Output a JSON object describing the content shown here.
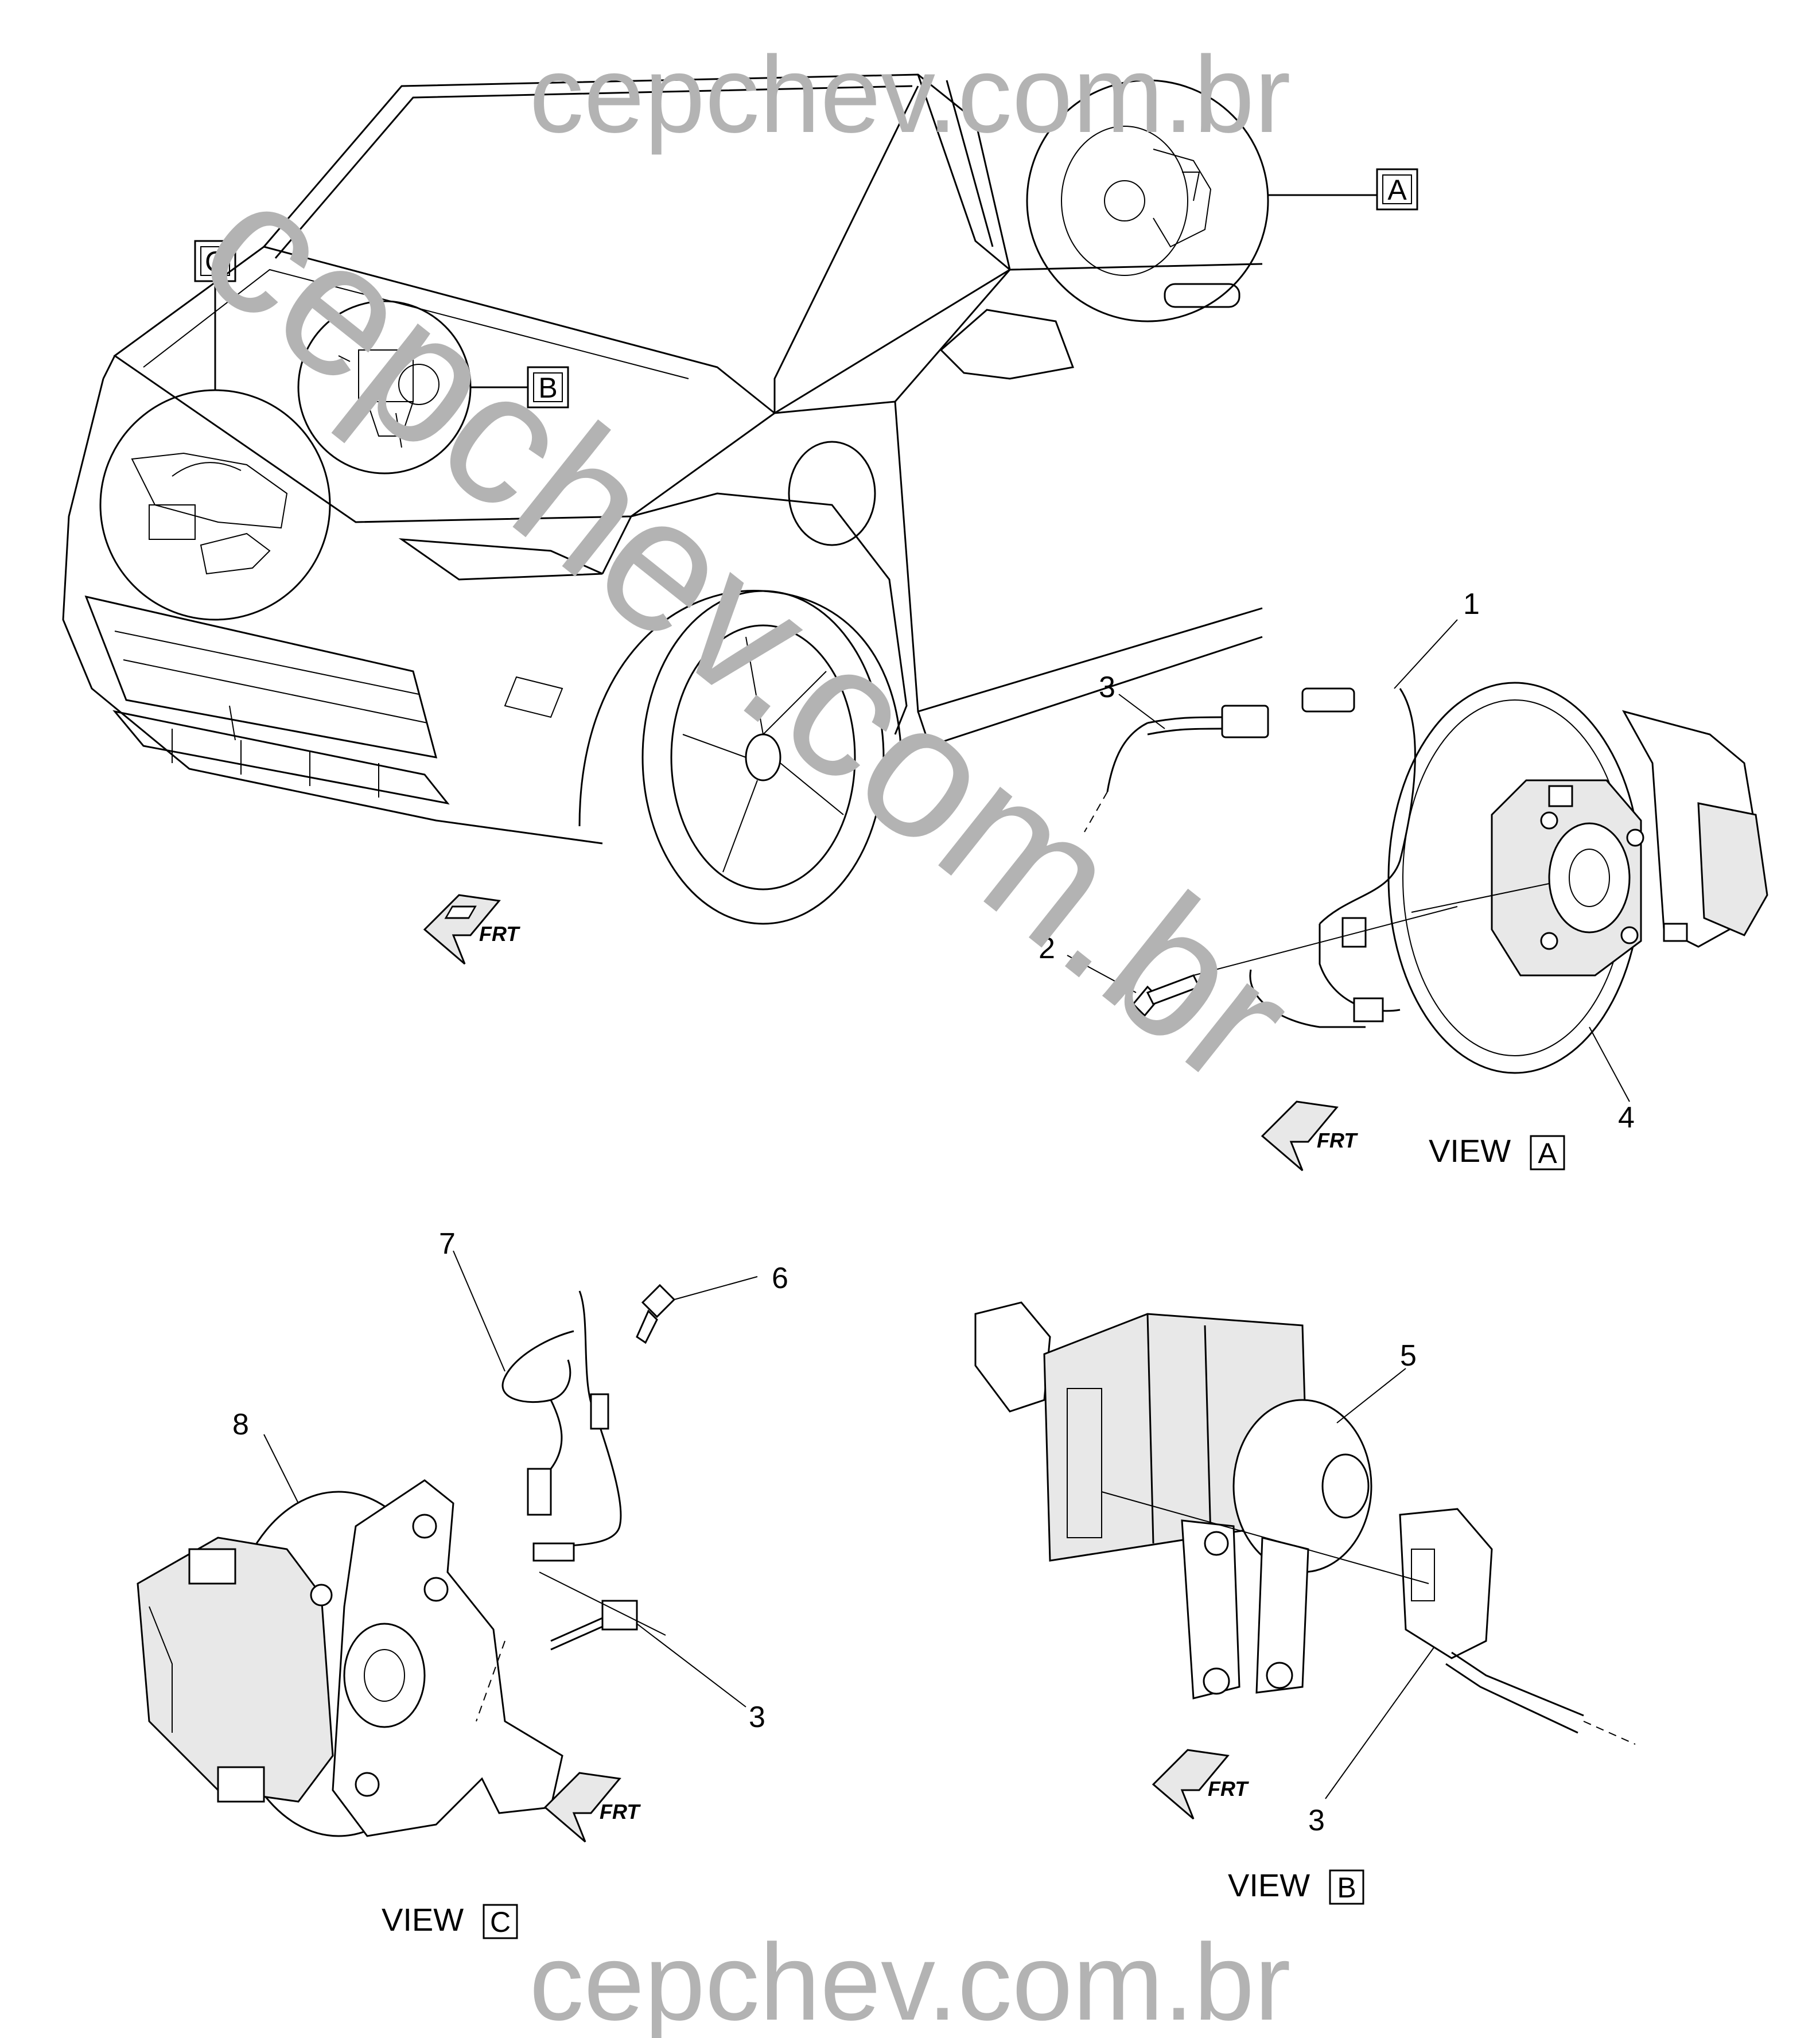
{
  "watermark": {
    "top": "cepchev.com.br",
    "bottom": "cepchev.com.br",
    "diagonal": "cepchev.com.br",
    "color": "#b3b3b3"
  },
  "detail_callouts": {
    "a": "A",
    "b": "B",
    "c": "C"
  },
  "views": {
    "a": {
      "prefix": "VIEW",
      "letter": "A"
    },
    "b": {
      "prefix": "VIEW",
      "letter": "B"
    },
    "c": {
      "prefix": "VIEW",
      "letter": "C"
    }
  },
  "frt_label": "FRT",
  "part_numbers": {
    "view_a": [
      "1",
      "2",
      "3",
      "4"
    ],
    "view_b": [
      "3",
      "5"
    ],
    "view_c": [
      "3",
      "6",
      "7",
      "8"
    ]
  }
}
